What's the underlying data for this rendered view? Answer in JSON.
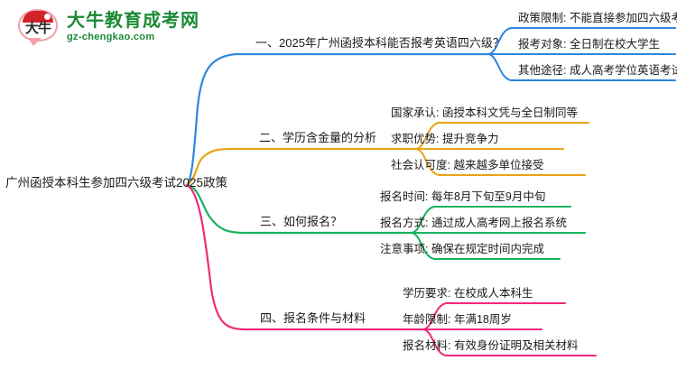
{
  "logo": {
    "mark_text": "大牛",
    "title": "大牛教育成考网",
    "subtitle": "gz-chengkao.com",
    "brand_green": "#1a8a34",
    "brand_red": "#d2232a"
  },
  "mindmap": {
    "type": "mindmap",
    "root": {
      "label": "广州函授本科生参加四六级考试2025政策"
    },
    "branches": [
      {
        "index": "一",
        "label": "一、2025年广州函授本科能否报考英语四六级？",
        "color": "#2e86e0",
        "children": [
          "政策限制: 不能直接参加四六级考试",
          "报考对象: 全日制在校大学生",
          "其他途径: 成人高考学位英语考试"
        ]
      },
      {
        "index": "二",
        "label": "二、学历含金量的分析",
        "color": "#e8a317",
        "children": [
          "国家承认: 函授本科文凭与全日制同等",
          "求职优势: 提升竞争力",
          "社会认可度: 越来越多单位接受"
        ]
      },
      {
        "index": "三",
        "label": "三、如何报名？",
        "color": "#16b35e",
        "children": [
          "报名时间: 每年8月下旬至9月中旬",
          "报名方式: 通过成人高考网上报名系统",
          "注意事项: 确保在规定时间内完成"
        ]
      },
      {
        "index": "四",
        "label": "四、报名条件与材料",
        "color": "#ef2a7b",
        "children": [
          "学历要求: 在校成人本科生",
          "年龄限制: 年满18周岁",
          "报名材料: 有效身份证明及相关材料"
        ]
      }
    ]
  }
}
